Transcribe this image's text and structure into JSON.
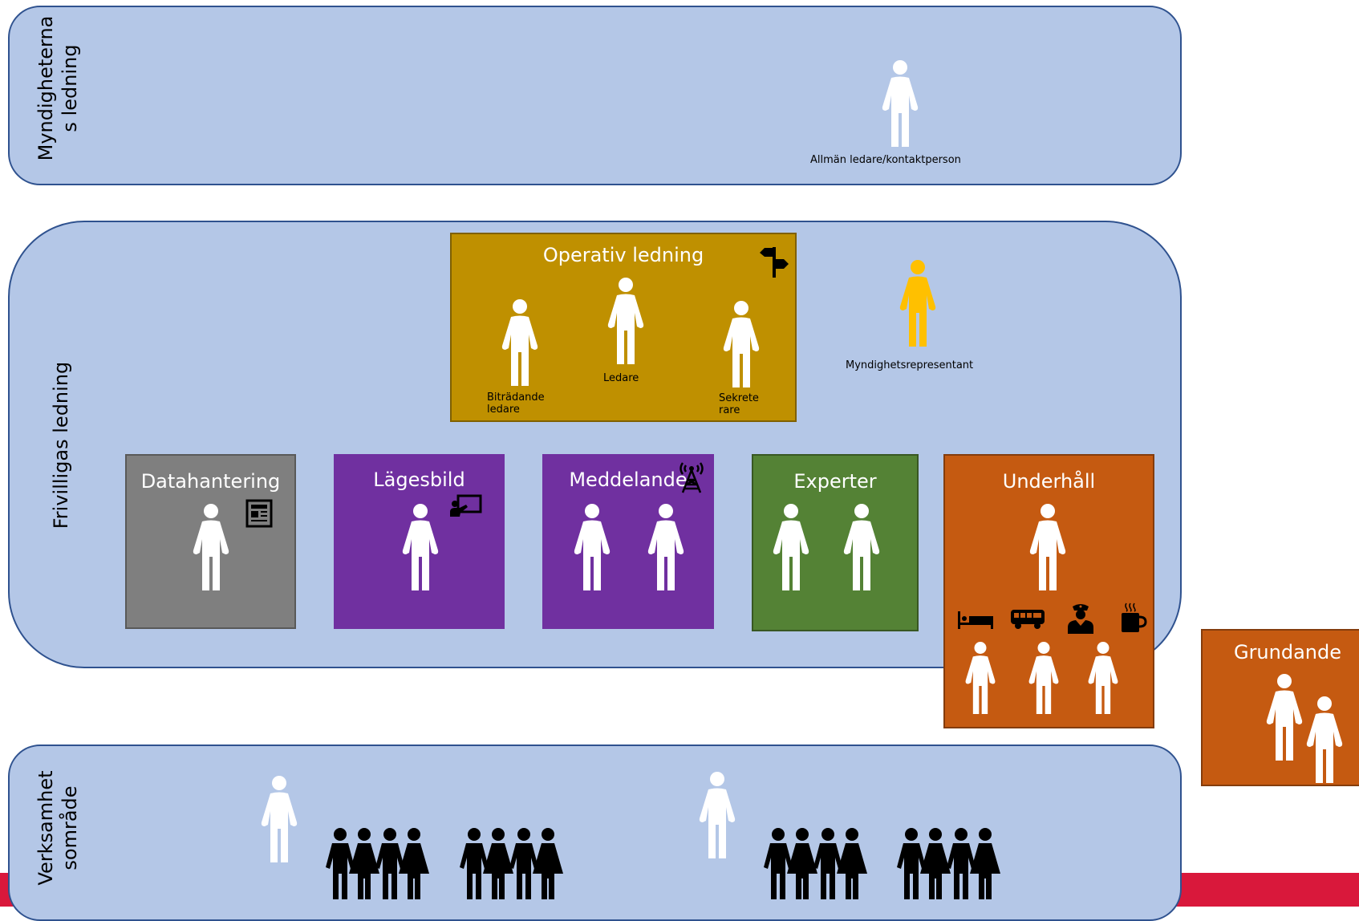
{
  "colors": {
    "band_fill": "#b4c7e7",
    "band_border": "#2f528f",
    "operativ": "#bf9000",
    "datahantering": "#7f7f7f",
    "lagesbild": "#7030a0",
    "meddelande": "#7030a0",
    "experter": "#548235",
    "underhall": "#c55a11",
    "grundande": "#c55a11",
    "myndighetsrep": "#ffc000",
    "footer_bar": "#d9183b"
  },
  "bands": {
    "myndigheter": {
      "label": "Myndigheterna\ns ledning",
      "person_caption": "Allmän ledare/kontaktperson"
    },
    "frivilliga": {
      "label": "Frivilligas ledning",
      "myndighetsrep_caption": "Myndighetsrepresentant"
    },
    "verksamhet": {
      "label": "Verksamhet\nsområde"
    }
  },
  "operativ": {
    "title": "Operativ ledning",
    "icon": "signpost-icon",
    "roles": {
      "bitradande": "Biträdande\nledare",
      "ledare": "Ledare",
      "sekreterare": "Sekrete\nrare"
    }
  },
  "groups": {
    "datahantering": {
      "title": "Datahantering",
      "icon": "newspaper-icon"
    },
    "lagesbild": {
      "title": "Lägesbild",
      "icon": "presentation-icon"
    },
    "meddelande": {
      "title": "Meddelande",
      "icon": "radio-tower-icon"
    },
    "experter": {
      "title": "Experter"
    },
    "underhall": {
      "title": "Underhåll",
      "icons": [
        "bed-icon",
        "bus-icon",
        "police-officer-icon",
        "coffee-cup-icon"
      ]
    },
    "grundande": {
      "title": "Grundande"
    }
  }
}
